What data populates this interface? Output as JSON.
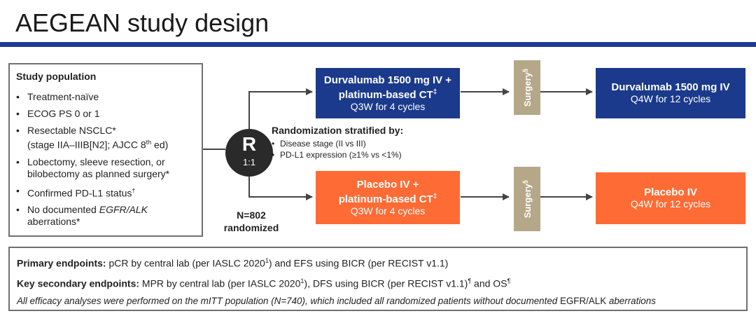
{
  "title": "AEGEAN study design",
  "population": {
    "heading": "Study population",
    "items": [
      {
        "main": "Treatment-naïve"
      },
      {
        "main": "ECOG PS 0 or 1"
      },
      {
        "main": "Resectable NSCLC*",
        "sub_prefix": "(stage IIA–IIIB[N2]; AJCC 8",
        "sub_sup": "th",
        "sub_suffix": " ed)"
      },
      {
        "main": "Lobectomy, sleeve resection, or",
        "sub": "bilobectomy as planned surgery*"
      },
      {
        "main": "Confirmed PD-L1 status",
        "sup": "†"
      },
      {
        "pre": "No documented ",
        "ital": "EGFR/ALK",
        "sub": "aberrations*"
      }
    ]
  },
  "randomization": {
    "symbol": "R",
    "ratio": "1:1",
    "stratified_heading": "Randomization stratified by:",
    "strata": [
      "Disease stage (II vs III)",
      "PD-L1 expression (≥1% vs <1%)"
    ],
    "n_line1": "N=802",
    "n_line2": "randomized"
  },
  "arms": {
    "durva_neo": {
      "line1": "Durvalumab 1500 mg IV +",
      "line2": "platinum-based CT",
      "sup": "‡",
      "line3": "Q3W for 4 cycles"
    },
    "placebo_neo": {
      "line1": "Placebo IV +",
      "line2": "platinum-based CT",
      "sup": "‡",
      "line3": "Q3W for 4 cycles"
    },
    "surgery_label": "Surgery",
    "surgery_sup": "§",
    "durva_adj": {
      "line1": "Durvalumab 1500 mg IV",
      "line2": "Q4W for 12 cycles"
    },
    "placebo_adj": {
      "line1": "Placebo IV",
      "line2": "Q4W for 12 cycles"
    }
  },
  "endpoints": {
    "primary_label": "Primary endpoints:",
    "primary_text_a": " pCR by central lab (per IASLC 2020",
    "primary_sup": "1",
    "primary_text_b": ") and EFS using BICR (per RECIST v1.1)",
    "secondary_label": "Key secondary endpoints:",
    "secondary_text_a": " MPR by central lab (per IASLC 2020",
    "secondary_sup1": "1",
    "secondary_text_b": "), DFS using BICR (per RECIST v1.1)",
    "secondary_sup2": "¶",
    "secondary_text_c": " and OS",
    "secondary_sup3": "¶",
    "note_a": "All efficacy analyses were performed on the mITT population (N=740), which included all randomized patients without documented ",
    "note_b": "EGFR/ALK",
    "note_c": " aberrations"
  },
  "colors": {
    "navy": "#1b3a8c",
    "orange": "#ff6b35",
    "surgery": "#b5a888",
    "rule": "#1f3a93"
  }
}
